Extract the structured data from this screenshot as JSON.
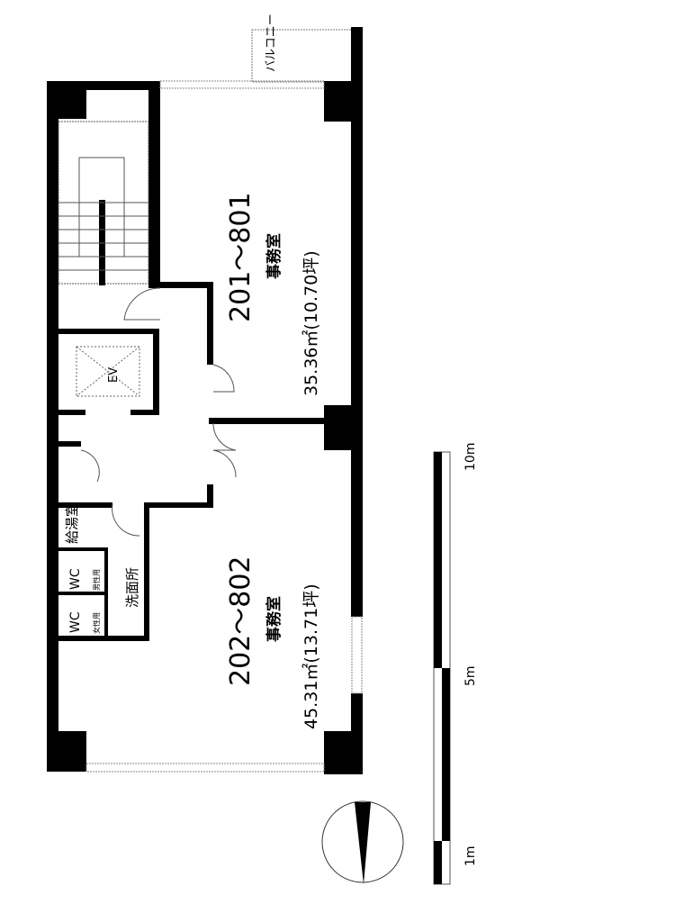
{
  "rooms": {
    "office_upper": {
      "number": "201〜801",
      "name": "事務室",
      "area": "35.36㎡(10.70坪)"
    },
    "office_lower": {
      "number": "202〜802",
      "name": "事務室",
      "area": "45.31㎡(13.71坪)"
    }
  },
  "facilities": {
    "balcony": "バルコニー",
    "elevator": "EV",
    "kitchenette": "給湯室",
    "wc_male": "WC",
    "wc_male_sub": "男性用",
    "wc_female": "WC",
    "wc_female_sub": "女性用",
    "washroom": "洗面所"
  },
  "scale_bar": {
    "labels": [
      "1m",
      "5m",
      "10m"
    ]
  },
  "compass": {
    "icon": "north-arrow-icon"
  }
}
